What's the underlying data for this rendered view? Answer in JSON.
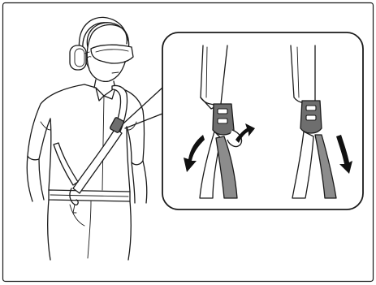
{
  "figure": {
    "frame_color": "#1a1a1a",
    "strap_shade": "#8c8c8c",
    "buckle_shade": "#6e6e6e",
    "arrow_color": "#111111",
    "icons": [
      "person-wearing-shoulder-strap",
      "strap-buckle-detail",
      "tighten-arrow",
      "loosen-arrow"
    ]
  }
}
